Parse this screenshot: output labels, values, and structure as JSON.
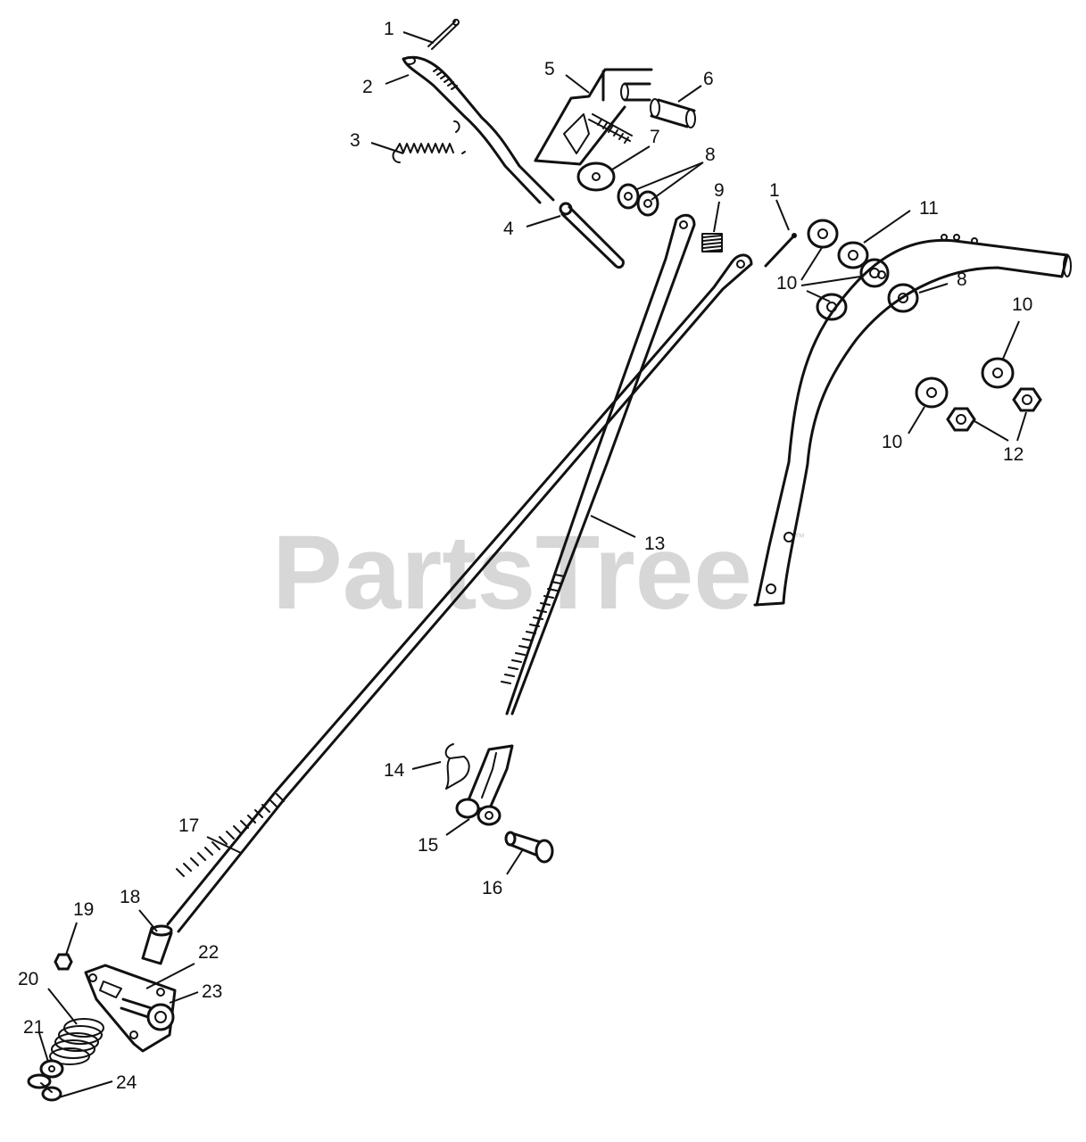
{
  "watermark": {
    "text": "PartsTree",
    "mark": "™"
  },
  "callouts": {
    "c1a": "1",
    "c2": "2",
    "c3": "3",
    "c4": "4",
    "c5": "5",
    "c6": "6",
    "c7": "7",
    "c8a": "8",
    "c9": "9",
    "c1b": "1",
    "c11": "11",
    "c10a": "10",
    "c8b": "8",
    "c10b": "10",
    "c10c": "10",
    "c12": "12",
    "c13": "13",
    "c14": "14",
    "c15": "15",
    "c16": "16",
    "c17": "17",
    "c18": "18",
    "c19": "19",
    "c20": "20",
    "c21": "21",
    "c22": "22",
    "c23": "23",
    "c24": "24"
  }
}
